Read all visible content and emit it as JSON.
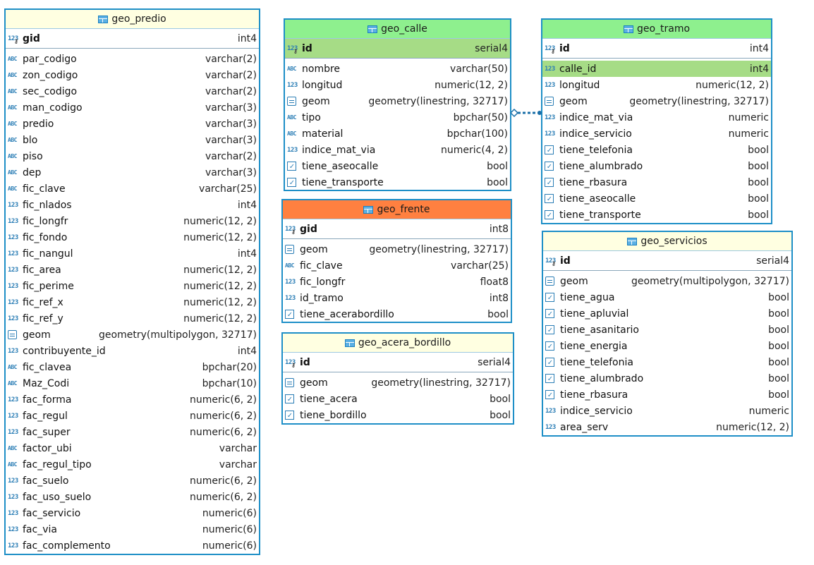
{
  "tables": {
    "geo_predio": {
      "title": "geo_predio",
      "header_color": "#ffffe1",
      "pk": {
        "name": "gid",
        "type": "int4",
        "icon": "number-key-icon"
      },
      "columns": [
        {
          "name": "par_codigo",
          "type": "varchar(2)",
          "icon": "text-icon"
        },
        {
          "name": "zon_codigo",
          "type": "varchar(2)",
          "icon": "text-icon"
        },
        {
          "name": "sec_codigo",
          "type": "varchar(2)",
          "icon": "text-icon"
        },
        {
          "name": "man_codigo",
          "type": "varchar(3)",
          "icon": "text-icon"
        },
        {
          "name": "predio",
          "type": "varchar(3)",
          "icon": "text-icon"
        },
        {
          "name": "blo",
          "type": "varchar(3)",
          "icon": "text-icon"
        },
        {
          "name": "piso",
          "type": "varchar(2)",
          "icon": "text-icon"
        },
        {
          "name": "dep",
          "type": "varchar(3)",
          "icon": "text-icon"
        },
        {
          "name": "fic_clave",
          "type": "varchar(25)",
          "icon": "text-icon"
        },
        {
          "name": "fic_nlados",
          "type": "int4",
          "icon": "number-icon"
        },
        {
          "name": "fic_longfr",
          "type": "numeric(12, 2)",
          "icon": "number-icon"
        },
        {
          "name": "fic_fondo",
          "type": "numeric(12, 2)",
          "icon": "number-icon"
        },
        {
          "name": "fic_nangul",
          "type": "int4",
          "icon": "number-icon"
        },
        {
          "name": "fic_area",
          "type": "numeric(12, 2)",
          "icon": "number-icon"
        },
        {
          "name": "fic_perime",
          "type": "numeric(12, 2)",
          "icon": "number-icon"
        },
        {
          "name": "fic_ref_x",
          "type": "numeric(12, 2)",
          "icon": "number-icon"
        },
        {
          "name": "fic_ref_y",
          "type": "numeric(12, 2)",
          "icon": "number-icon"
        },
        {
          "name": "geom",
          "type": "geometry(multipolygon, 32717)",
          "icon": "geometry-icon"
        },
        {
          "name": "contribuyente_id",
          "type": "int4",
          "icon": "number-icon"
        },
        {
          "name": "fic_clavea",
          "type": "bpchar(20)",
          "icon": "text-icon"
        },
        {
          "name": "Maz_Codi",
          "type": "bpchar(10)",
          "icon": "text-icon"
        },
        {
          "name": "fac_forma",
          "type": "numeric(6, 2)",
          "icon": "number-icon"
        },
        {
          "name": "fac_regul",
          "type": "numeric(6, 2)",
          "icon": "number-icon"
        },
        {
          "name": "fac_super",
          "type": "numeric(6, 2)",
          "icon": "number-icon"
        },
        {
          "name": "factor_ubi",
          "type": "varchar",
          "icon": "text-icon"
        },
        {
          "name": "fac_regul_tipo",
          "type": "varchar",
          "icon": "text-icon"
        },
        {
          "name": "fac_suelo",
          "type": "numeric(6, 2)",
          "icon": "number-icon"
        },
        {
          "name": "fac_uso_suelo",
          "type": "numeric(6, 2)",
          "icon": "number-icon"
        },
        {
          "name": "fac_servicio",
          "type": "numeric(6)",
          "icon": "number-icon"
        },
        {
          "name": "fac_via",
          "type": "numeric(6)",
          "icon": "number-icon"
        },
        {
          "name": "fac_complemento",
          "type": "numeric(6)",
          "icon": "number-icon"
        }
      ]
    },
    "geo_calle": {
      "title": "geo_calle",
      "header_color": "#8ef08e",
      "pk": {
        "name": "id",
        "type": "serial4",
        "icon": "number-key-icon",
        "highlight": true
      },
      "columns": [
        {
          "name": "nombre",
          "type": "varchar(50)",
          "icon": "text-icon"
        },
        {
          "name": "longitud",
          "type": "numeric(12, 2)",
          "icon": "number-icon"
        },
        {
          "name": "geom",
          "type": "geometry(linestring, 32717)",
          "icon": "geometry-icon"
        },
        {
          "name": "tipo",
          "type": "bpchar(50)",
          "icon": "text-icon"
        },
        {
          "name": "material",
          "type": "bpchar(100)",
          "icon": "text-icon"
        },
        {
          "name": "indice_mat_via",
          "type": "numeric(4, 2)",
          "icon": "number-icon"
        },
        {
          "name": "tiene_aseocalle",
          "type": "bool",
          "icon": "checkbox-icon"
        },
        {
          "name": "tiene_transporte",
          "type": "bool",
          "icon": "checkbox-icon"
        }
      ]
    },
    "geo_tramo": {
      "title": "geo_tramo",
      "header_color": "#8ef08e",
      "pk": {
        "name": "id",
        "type": "int4",
        "icon": "number-key-icon"
      },
      "columns": [
        {
          "name": "calle_id",
          "type": "int4",
          "icon": "number-icon",
          "highlight": true
        },
        {
          "name": "longitud",
          "type": "numeric(12, 2)",
          "icon": "number-icon"
        },
        {
          "name": "geom",
          "type": "geometry(linestring, 32717)",
          "icon": "geometry-icon"
        },
        {
          "name": "indice_mat_via",
          "type": "numeric",
          "icon": "number-icon"
        },
        {
          "name": "indice_servicio",
          "type": "numeric",
          "icon": "number-icon"
        },
        {
          "name": "tiene_telefonia",
          "type": "bool",
          "icon": "checkbox-icon"
        },
        {
          "name": "tiene_alumbrado",
          "type": "bool",
          "icon": "checkbox-icon"
        },
        {
          "name": "tiene_rbasura",
          "type": "bool",
          "icon": "checkbox-icon"
        },
        {
          "name": "tiene_aseocalle",
          "type": "bool",
          "icon": "checkbox-icon"
        },
        {
          "name": "tiene_transporte",
          "type": "bool",
          "icon": "checkbox-icon"
        }
      ]
    },
    "geo_frente": {
      "title": "geo_frente",
      "header_color": "#ff8040",
      "pk": {
        "name": "gid",
        "type": "int8",
        "icon": "number-key-icon"
      },
      "columns": [
        {
          "name": "geom",
          "type": "geometry(linestring, 32717)",
          "icon": "geometry-icon"
        },
        {
          "name": "fic_clave",
          "type": "varchar(25)",
          "icon": "text-icon"
        },
        {
          "name": "fic_longfr",
          "type": "float8",
          "icon": "number-icon"
        },
        {
          "name": "id_tramo",
          "type": "int8",
          "icon": "number-icon"
        },
        {
          "name": "tiene_acerabordillo",
          "type": "bool",
          "icon": "checkbox-icon"
        }
      ]
    },
    "geo_acera_bordillo": {
      "title": "geo_acera_bordillo",
      "header_color": "#ffffe1",
      "pk": {
        "name": "id",
        "type": "serial4",
        "icon": "number-key-icon"
      },
      "columns": [
        {
          "name": "geom",
          "type": "geometry(linestring, 32717)",
          "icon": "geometry-icon"
        },
        {
          "name": "tiene_acera",
          "type": "bool",
          "icon": "checkbox-icon"
        },
        {
          "name": "tiene_bordillo",
          "type": "bool",
          "icon": "checkbox-icon"
        }
      ]
    },
    "geo_servicios": {
      "title": "geo_servicios",
      "header_color": "#ffffe1",
      "pk": {
        "name": "id",
        "type": "serial4",
        "icon": "number-key-icon"
      },
      "columns": [
        {
          "name": "geom",
          "type": "geometry(multipolygon, 32717)",
          "icon": "geometry-icon"
        },
        {
          "name": "tiene_agua",
          "type": "bool",
          "icon": "checkbox-icon"
        },
        {
          "name": "tiene_apluvial",
          "type": "bool",
          "icon": "checkbox-icon"
        },
        {
          "name": "tiene_asanitario",
          "type": "bool",
          "icon": "checkbox-icon"
        },
        {
          "name": "tiene_energia",
          "type": "bool",
          "icon": "checkbox-icon"
        },
        {
          "name": "tiene_telefonia",
          "type": "bool",
          "icon": "checkbox-icon"
        },
        {
          "name": "tiene_alumbrado",
          "type": "bool",
          "icon": "checkbox-icon"
        },
        {
          "name": "tiene_rbasura",
          "type": "bool",
          "icon": "checkbox-icon"
        },
        {
          "name": "indice_servicio",
          "type": "numeric",
          "icon": "number-icon"
        },
        {
          "name": "area_serv",
          "type": "numeric(12, 2)",
          "icon": "number-icon"
        }
      ]
    }
  },
  "relations": [
    {
      "from": "geo_tramo.calle_id",
      "to": "geo_calle.id",
      "line_color": "#1a6fa8"
    }
  ],
  "colors": {
    "border": "#1e8fc7",
    "highlight": "#a6dc86",
    "icon": "#2a7db5"
  }
}
